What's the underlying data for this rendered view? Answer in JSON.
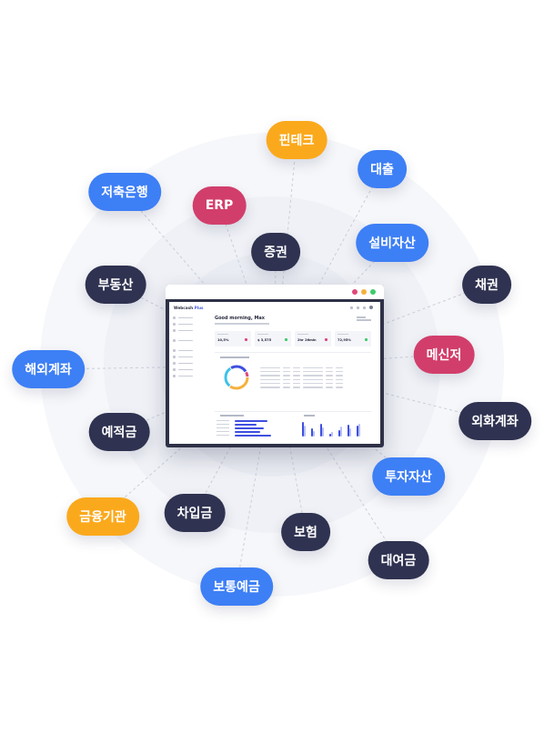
{
  "colors": {
    "blue": "#3d7ff5",
    "navy": "#2f3250",
    "orange": "#fba91c",
    "red": "#d23e6b"
  },
  "hub": {
    "brand": "Webcash",
    "brand_suffix": "Plus",
    "greeting": "Good morning, Max",
    "stats": [
      "10,5%",
      "$ 3,575",
      "2hr 26min",
      "72,95%"
    ]
  },
  "labels": [
    {
      "id": "fintech",
      "text": "핀테크",
      "color": "orange"
    },
    {
      "id": "loan",
      "text": "대출",
      "color": "blue"
    },
    {
      "id": "savings-bank",
      "text": "저축은행",
      "color": "blue"
    },
    {
      "id": "erp",
      "text": "ERP",
      "color": "red"
    },
    {
      "id": "securities",
      "text": "증권",
      "color": "navy"
    },
    {
      "id": "equipment-assets",
      "text": "설비자산",
      "color": "blue"
    },
    {
      "id": "real-estate",
      "text": "부동산",
      "color": "navy"
    },
    {
      "id": "bonds",
      "text": "채권",
      "color": "navy"
    },
    {
      "id": "messenger",
      "text": "메신저",
      "color": "red"
    },
    {
      "id": "overseas-account",
      "text": "해외계좌",
      "color": "blue"
    },
    {
      "id": "deposit",
      "text": "예적금",
      "color": "navy"
    },
    {
      "id": "fx-account",
      "text": "외화계좌",
      "color": "navy"
    },
    {
      "id": "investment-assets",
      "text": "투자자산",
      "color": "blue"
    },
    {
      "id": "financial-institution",
      "text": "금융기관",
      "color": "orange"
    },
    {
      "id": "borrowings",
      "text": "차입금",
      "color": "navy"
    },
    {
      "id": "insurance",
      "text": "보험",
      "color": "navy"
    },
    {
      "id": "lending",
      "text": "대여금",
      "color": "navy"
    },
    {
      "id": "ordinary-deposit",
      "text": "보통예금",
      "color": "blue"
    }
  ]
}
